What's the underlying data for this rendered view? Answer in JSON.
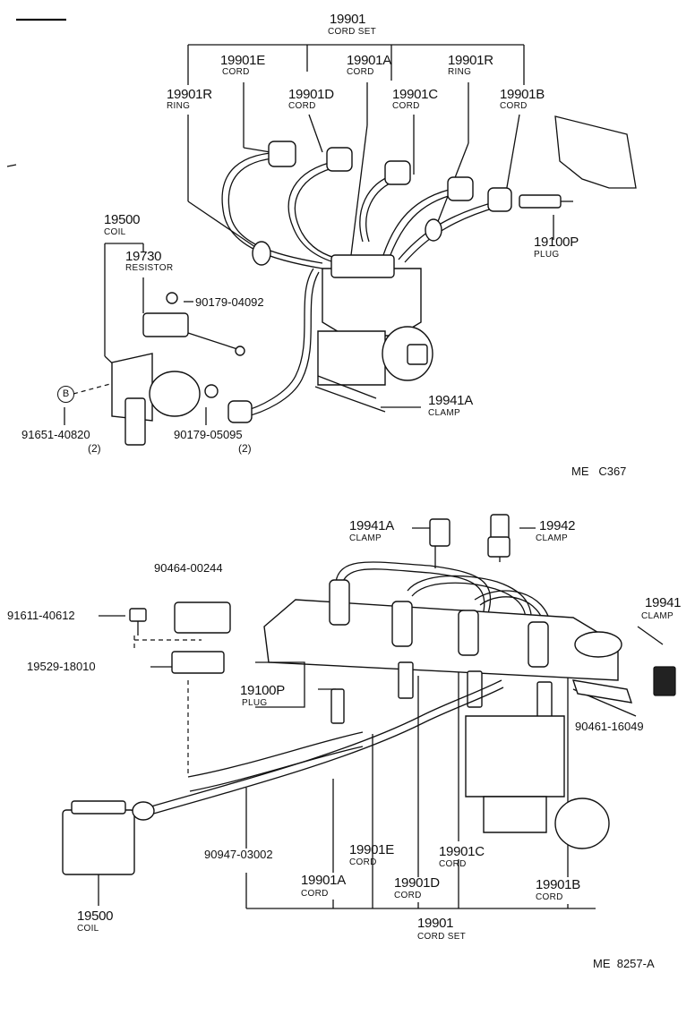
{
  "top": {
    "cord_set_num": "19901",
    "cord_set_sub": "CORD SET",
    "cord_e_num": "19901E",
    "cord_e_sub": "CORD",
    "cord_a_num": "19901A",
    "cord_a_sub": "CORD",
    "ring_r_right_num": "19901R",
    "ring_r_right_sub": "RING",
    "ring_r_left_num": "19901R",
    "ring_r_left_sub": "RING",
    "cord_d_num": "19901D",
    "cord_d_sub": "CORD",
    "cord_c_num": "19901C",
    "cord_c_sub": "CORD",
    "cord_b_num": "19901B",
    "cord_b_sub": "CORD",
    "coil_num": "19500",
    "coil_sub": "COIL",
    "resistor_num": "19730",
    "resistor_sub": "RESISTOR",
    "nut_num": "90179-04092",
    "plug_num": "19100P",
    "plug_sub": "PLUG",
    "clamp_num": "19941A",
    "clamp_sub": "CLAMP",
    "bolt_num": "91651-40820",
    "bolt_qty": "(2)",
    "nut2_num": "90179-05095",
    "nut2_qty": "(2)",
    "circle_b": "B",
    "ref": "ME   C367"
  },
  "bottom": {
    "clamp_a_num": "19941A",
    "clamp_a_sub": "CLAMP",
    "clamp_942_num": "19942",
    "clamp_942_sub": "CLAMP",
    "part_90464": "90464-00244",
    "clamp_941_num": "19941",
    "clamp_941_sub": "CLAMP",
    "bolt_num": "91611-40612",
    "part_19529": "19529-18010",
    "plug_num": "19100P",
    "plug_sub": "PLUG",
    "part_90461": "90461-16049",
    "part_90947": "90947-03002",
    "cord_e_num": "19901E",
    "cord_e_sub": "CORD",
    "cord_c_num": "19901C",
    "cord_c_sub": "CORD",
    "cord_a_num": "19901A",
    "cord_a_sub": "CORD",
    "cord_d_num": "19901D",
    "cord_d_sub": "CORD",
    "cord_b_num": "19901B",
    "cord_b_sub": "CORD",
    "coil_num": "19500",
    "coil_sub": "COIL",
    "cord_set_num": "19901",
    "cord_set_sub": "CORD SET",
    "ref": "ME  8257-A"
  }
}
